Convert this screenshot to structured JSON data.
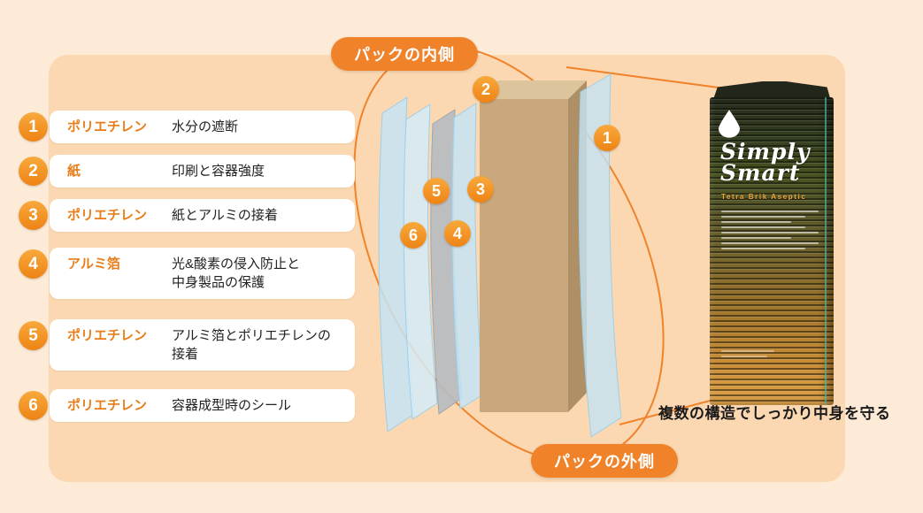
{
  "labels": {
    "inside": "パックの内側",
    "outside": "パックの外側"
  },
  "caption": "複数の構造でしっかり中身を守る",
  "layers": [
    {
      "num": "1",
      "name": "ポリエチレン",
      "desc": "水分の遮断"
    },
    {
      "num": "2",
      "name": "紙",
      "desc": "印刷と容器強度"
    },
    {
      "num": "3",
      "name": "ポリエチレン",
      "desc": "紙とアルミの接着"
    },
    {
      "num": "4",
      "name": "アルミ箔",
      "desc": "光&酸素の侵入防止と\n中身製品の保護"
    },
    {
      "num": "5",
      "name": "ポリエチレン",
      "desc": "アルミ箔とポリエチレンの\n接着"
    },
    {
      "num": "6",
      "name": "ポリエチレン",
      "desc": "容器成型時のシール"
    }
  ],
  "carton": {
    "brand_line1": "Simply",
    "brand_line2": "Smart",
    "sub_brand": "Tetra Brik Aseptic"
  },
  "colors": {
    "accent": "#F0832A",
    "badge_orange": "#F29A38",
    "label_text": "#E87D1A",
    "card_bg": "#FBD8B2",
    "page_bg": "#FDEBD8",
    "sheet_blue": "#C4E4F4",
    "sheet_gray": "#B7BCC1",
    "paper_brown": "#C9A87D"
  }
}
